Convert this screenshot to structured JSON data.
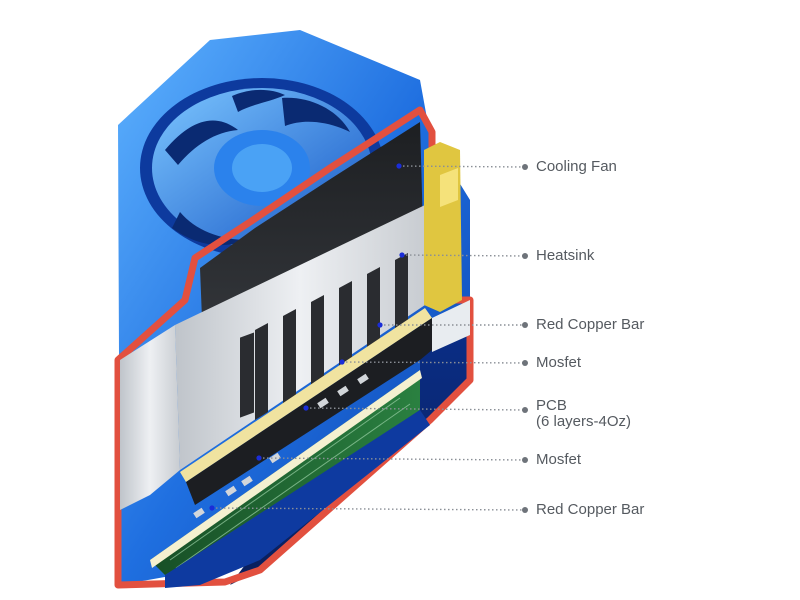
{
  "callouts": [
    {
      "label": "Cooling Fan"
    },
    {
      "label": "Heatsink"
    },
    {
      "label": "Red Copper Bar"
    },
    {
      "label": "Mosfet"
    },
    {
      "label": "PCB",
      "sublabel": "(6 layers-4Oz)"
    },
    {
      "label": "Mosfet"
    },
    {
      "label": "Red Copper Bar"
    }
  ],
  "colors": {
    "shell_blue": "#1f6fe0",
    "shell_edge_red": "#e2503f",
    "heatsink_silver": "#d9dde2",
    "heatsink_dark": "#2a2c30",
    "pcb_green": "#1f6a33",
    "terminal_yellow": "#e0c640",
    "leader_gray": "#8a8f96",
    "marker_blue": "#1a2dd8"
  }
}
